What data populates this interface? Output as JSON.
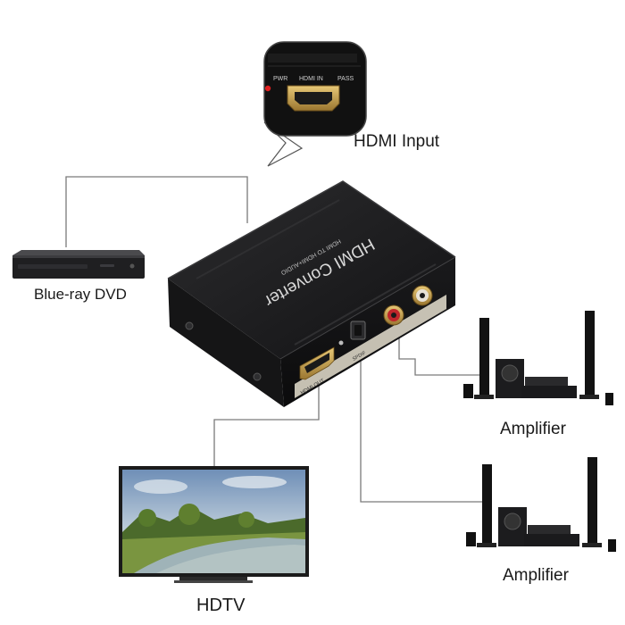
{
  "labels": {
    "hdmi_input": "HDMI Input",
    "dvd": "Blue-ray DVD",
    "amplifier_top": "Amplifier",
    "amplifier_bottom": "Amplifier",
    "hdtv": "HDTV"
  },
  "device": {
    "title": "HDMI Converter",
    "subtitle": "HDMI TO HDMI+AUDIO",
    "port_label_hdmi_out": "HDMI OUT",
    "port_label_spdif": "SPDIF"
  },
  "inset": {
    "pwr_label": "PWR",
    "hdmi_in_label": "HDMI IN",
    "pass_label": "PASS"
  },
  "colors": {
    "device_body": "#1d1d1f",
    "line": "#6d6d6d",
    "hdmi_gold": "#c9a24a",
    "rca_red": "#c0262b",
    "rca_white": "#e8e2d6",
    "pwr_led": "#e02020"
  }
}
